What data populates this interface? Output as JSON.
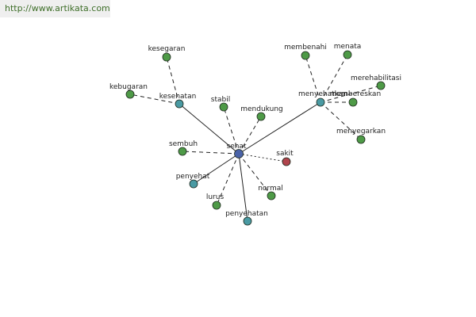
{
  "watermark": {
    "url": "http://www.artikata.com"
  },
  "colors": {
    "hub": "#4a63a8",
    "secondary": "#4a9aa3",
    "synonym": "#4e9a47",
    "antonym": "#b0444c",
    "edge": "#222222",
    "link_text": "#3f6f2a"
  },
  "graph": {
    "nodes": [
      {
        "id": "sehat",
        "label": "sehat",
        "kind": "hub"
      },
      {
        "id": "kesehatan",
        "label": "kesehatan",
        "kind": "secondary"
      },
      {
        "id": "menyehatkan",
        "label": "menyehatkan",
        "kind": "secondary"
      },
      {
        "id": "penyehat",
        "label": "penyehat",
        "kind": "secondary"
      },
      {
        "id": "penyehatan",
        "label": "penyehatan",
        "kind": "secondary"
      },
      {
        "id": "kesegaran",
        "label": "kesegaran",
        "kind": "synonym"
      },
      {
        "id": "kebugaran",
        "label": "kebugaran",
        "kind": "synonym"
      },
      {
        "id": "stabil",
        "label": "stabil",
        "kind": "synonym"
      },
      {
        "id": "mendukung",
        "label": "mendukung",
        "kind": "synonym"
      },
      {
        "id": "sembuh",
        "label": "sembuh",
        "kind": "synonym"
      },
      {
        "id": "lurus",
        "label": "lurus",
        "kind": "synonym"
      },
      {
        "id": "normal",
        "label": "normal",
        "kind": "synonym"
      },
      {
        "id": "membenahi",
        "label": "membenahi",
        "kind": "synonym"
      },
      {
        "id": "menata",
        "label": "menata",
        "kind": "synonym"
      },
      {
        "id": "merehabilitasi",
        "label": "merehabilitasi",
        "kind": "synonym"
      },
      {
        "id": "membereskan",
        "label": "membereskan",
        "kind": "synonym"
      },
      {
        "id": "menyegarkan",
        "label": "menyegarkan",
        "kind": "synonym"
      },
      {
        "id": "sakit",
        "label": "sakit",
        "kind": "antonym"
      }
    ],
    "edges": [
      {
        "from": "sehat",
        "to": "kesehatan",
        "style": "solid"
      },
      {
        "from": "sehat",
        "to": "menyehatkan",
        "style": "solid"
      },
      {
        "from": "sehat",
        "to": "penyehat",
        "style": "solid"
      },
      {
        "from": "sehat",
        "to": "penyehatan",
        "style": "solid"
      },
      {
        "from": "sehat",
        "to": "stabil",
        "style": "dashed"
      },
      {
        "from": "sehat",
        "to": "mendukung",
        "style": "dashed"
      },
      {
        "from": "sehat",
        "to": "sembuh",
        "style": "dashed"
      },
      {
        "from": "sehat",
        "to": "lurus",
        "style": "dashed"
      },
      {
        "from": "sehat",
        "to": "normal",
        "style": "dashed"
      },
      {
        "from": "sehat",
        "to": "sakit",
        "style": "dotted"
      },
      {
        "from": "kesehatan",
        "to": "kesegaran",
        "style": "dashed"
      },
      {
        "from": "kesehatan",
        "to": "kebugaran",
        "style": "dashed"
      },
      {
        "from": "menyehatkan",
        "to": "membenahi",
        "style": "dashed"
      },
      {
        "from": "menyehatkan",
        "to": "menata",
        "style": "dashed"
      },
      {
        "from": "menyehatkan",
        "to": "merehabilitasi",
        "style": "dashed"
      },
      {
        "from": "menyehatkan",
        "to": "membereskan",
        "style": "dashed"
      },
      {
        "from": "menyehatkan",
        "to": "menyegarkan",
        "style": "dashed"
      }
    ]
  }
}
